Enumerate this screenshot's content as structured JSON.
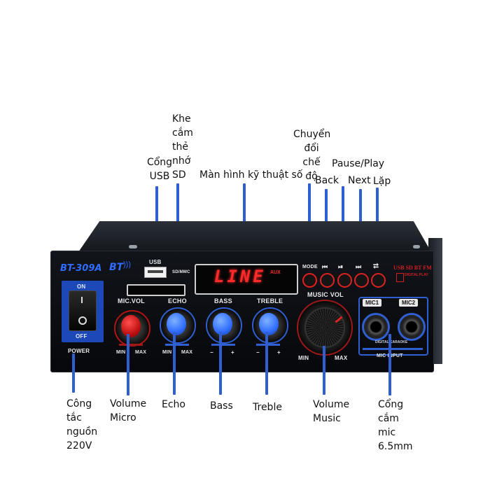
{
  "device": {
    "model": "BT-309A",
    "bt_logo": "BT",
    "display_text": "LINE",
    "display_sub": "AUX",
    "usb_label": "USB",
    "sd_label": "SD/MMC",
    "power_on": "ON",
    "power_off": "OFF",
    "power_label": "POWER",
    "mic_vol": "MIC.VOL",
    "echo": "ECHO",
    "bass": "BASS",
    "treble": "TREBLE",
    "music_vol": "MUSIC VOL",
    "min": "MIN",
    "max": "MAX",
    "minus": "−",
    "plus": "+",
    "mode": "MODE",
    "prev_symbol": "⏮",
    "playpause_symbol": "⏯",
    "next_symbol": "⏭",
    "repeat_symbol": "⮂",
    "brand_line": "USB SD BT FM",
    "digital_play": "DIGITAL PLAY",
    "mic1": "MIC1",
    "mic2": "MIC2",
    "digital_karaoke": "DIGITAL KARAOKE",
    "mic_input": "MIC INPUT",
    "colors": {
      "chassis": "#0d0f14",
      "display_red": "#ff2a2a",
      "accent_blue": "#2f5fd0",
      "knob_red": "#d11c1c"
    }
  },
  "callouts": {
    "khe_cam": [
      "Khe",
      "cắm",
      "thẻ",
      "nhớ",
      "SD"
    ],
    "cong_usb": [
      "Cổng",
      "USB"
    ],
    "man_hinh": "Màn hình kỹ thuật số",
    "chuyen_doi": [
      "Chuyển",
      "đổi",
      "chế",
      "độ"
    ],
    "pause_play": "Pause/Play",
    "back": "Back",
    "next": "Next",
    "lap": "Lặp",
    "cong_tac": [
      "Công",
      "tắc",
      "nguồn",
      "220V"
    ],
    "volume_micro": [
      "Volume",
      "Micro"
    ],
    "echo": "Echo",
    "bass": "Bass",
    "treble": "Treble",
    "volume_music": [
      "Volume",
      "Music"
    ],
    "cong_cam_mic": [
      "Cổng",
      "cắm",
      "mic",
      "6.5mm"
    ]
  }
}
